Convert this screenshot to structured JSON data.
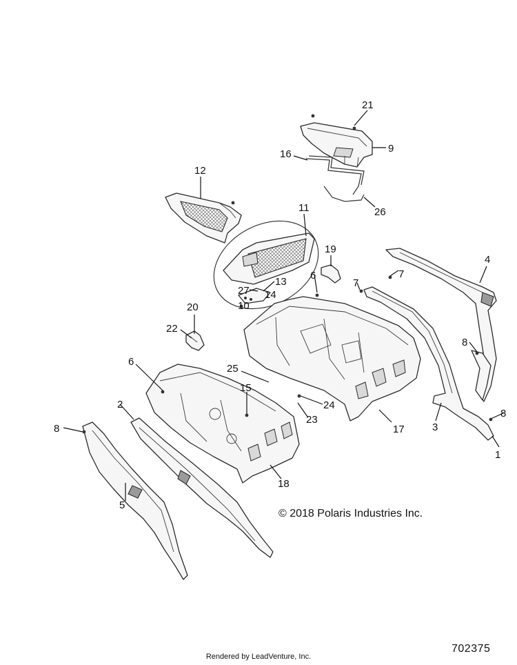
{
  "diagram": {
    "copyright": "© 2018 Polaris Industries Inc.",
    "drawing_number": "702375",
    "rendered_by": "Rendered by LeadVenture, Inc.",
    "callouts": {
      "c1": "1",
      "c2": "2",
      "c3": "3",
      "c4": "4",
      "c5": "5",
      "c6a": "6",
      "c6b": "6",
      "c7a": "7",
      "c7b": "7",
      "c8a": "8",
      "c8b": "8",
      "c8c": "8",
      "c9": "9",
      "c10": "10",
      "c11": "11",
      "c12": "12",
      "c13": "13",
      "c14": "14",
      "c15": "15",
      "c16": "16",
      "c17": "17",
      "c18": "18",
      "c19": "19",
      "c20": "20",
      "c21": "21",
      "c22": "22",
      "c23": "23",
      "c24": "24",
      "c25": "25",
      "c26": "26",
      "c27": "27"
    }
  }
}
